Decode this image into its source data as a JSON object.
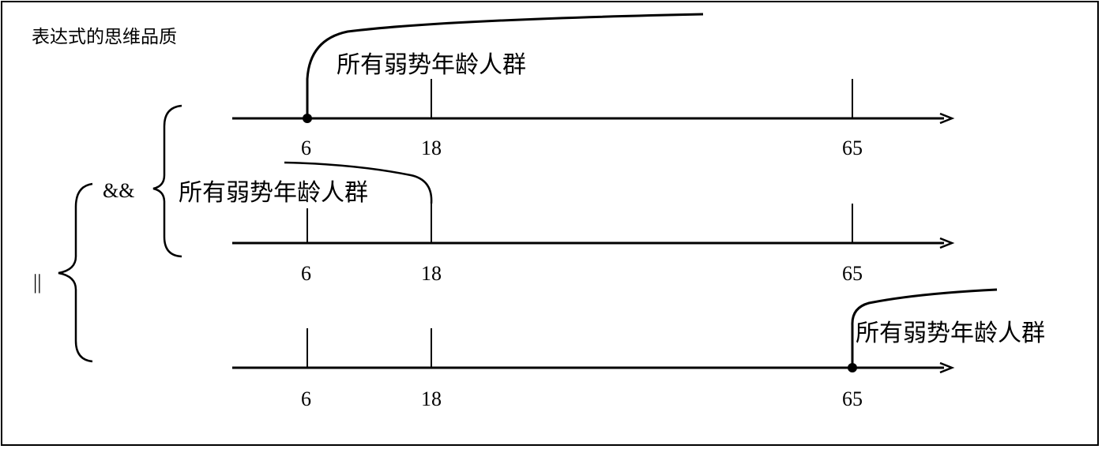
{
  "title": "表达式的思维品质",
  "operators": {
    "and": "&&",
    "or": "||"
  },
  "range_label": "所有弱势年龄人群",
  "number_lines": [
    {
      "ticks": [
        "6",
        "18",
        "65"
      ],
      "highlighted_point": "6",
      "range_direction": "right"
    },
    {
      "ticks": [
        "6",
        "18",
        "65"
      ],
      "highlighted_point": "18",
      "range_direction": "left"
    },
    {
      "ticks": [
        "6",
        "18",
        "65"
      ],
      "highlighted_point": "65",
      "range_direction": "right"
    }
  ]
}
